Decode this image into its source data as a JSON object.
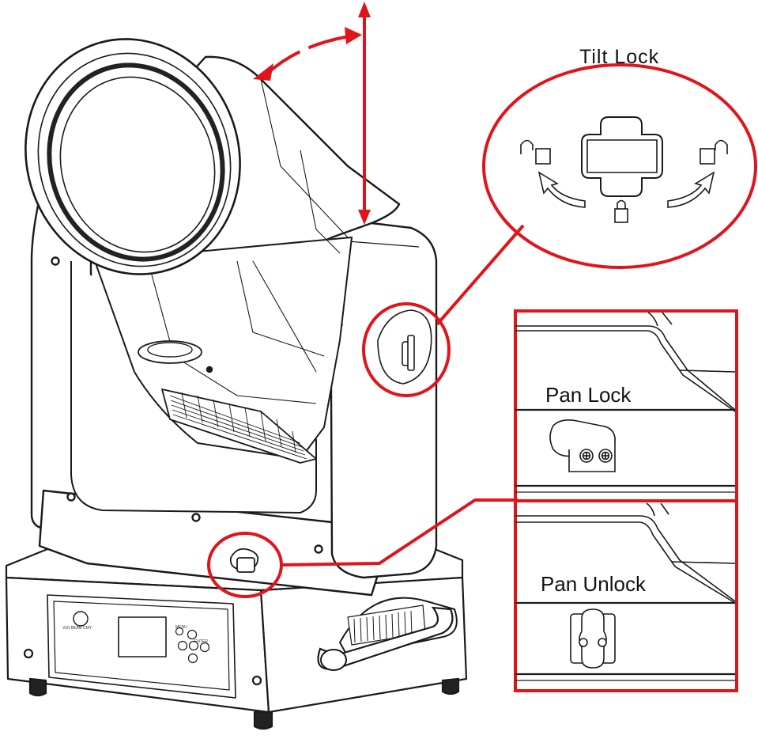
{
  "labels": {
    "tilt_lock": "Tilt Lock",
    "pan_lock": "Pan Lock",
    "pan_unlock": "Pan Unlock"
  },
  "fixture": {
    "brand_caption": "VIZI BEAM CMY",
    "control_menu": "MENU",
    "control_enter": "ENTER"
  },
  "colors": {
    "callout": "#e0141b",
    "line": "#1a1a1a"
  },
  "icons": [
    "tilt-arc-arrow-icon",
    "tilt-vertical-arrow-icon",
    "lock-icon",
    "unlock-icon",
    "curved-arrow-icon",
    "screw-icon"
  ]
}
